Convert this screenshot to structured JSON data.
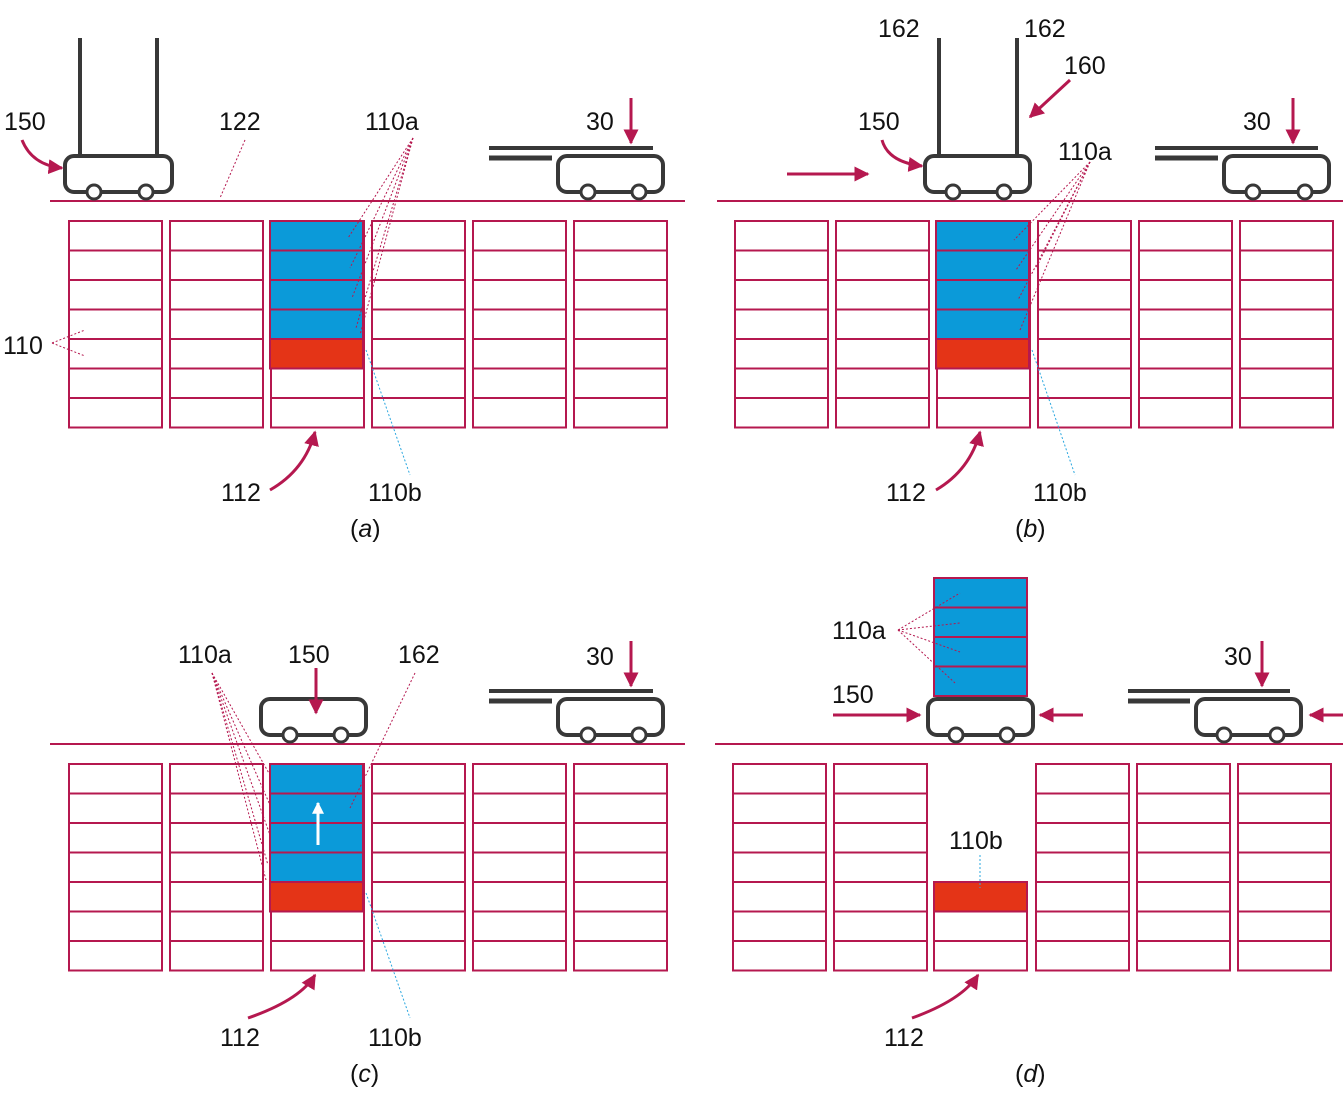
{
  "colors": {
    "grid": "#b5184f",
    "blue": "#0b9ad9",
    "red": "#e43417",
    "robot": "#383838",
    "leader_blue": "#2aa7df"
  },
  "panels": [
    {
      "id": "a",
      "caption": "a",
      "labels": {
        "l150": "150",
        "l122": "122",
        "l110a": "110a",
        "l30": "30",
        "l110": "110",
        "l112": "112",
        "l110b": "110b"
      }
    },
    {
      "id": "b",
      "caption": "b",
      "labels": {
        "l162a": "162",
        "l162b": "162",
        "l160": "160",
        "l150": "150",
        "l30": "30",
        "l110a": "110a",
        "l112": "112",
        "l110b": "110b"
      }
    },
    {
      "id": "c",
      "caption": "c",
      "labels": {
        "l110a": "110a",
        "l150": "150",
        "l162": "162",
        "l30": "30",
        "l112": "112",
        "l110b": "110b"
      }
    },
    {
      "id": "d",
      "caption": "d",
      "labels": {
        "l110a": "110a",
        "l30": "30",
        "l150": "150",
        "l110b": "110b",
        "l112": "112"
      }
    }
  ]
}
